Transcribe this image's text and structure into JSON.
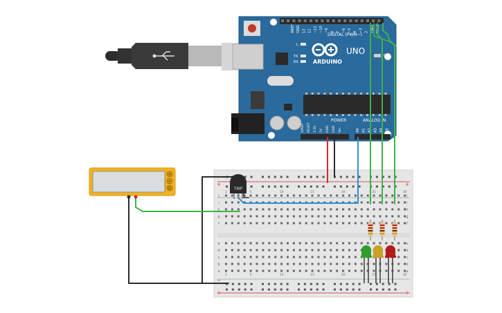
{
  "arduino": {
    "brand": "ARDUINO",
    "model": "UNO",
    "on_label": "ON",
    "l_label": "L",
    "tx_label": "TX",
    "rx_label": "RX",
    "digital_label": "DIGITAL (PWM~)",
    "power_label": "POWER",
    "analog_label": "ANALOG IN",
    "aref_label": "AREF",
    "gnd_label": "GND",
    "digital_pins": [
      "13",
      "12",
      "~11",
      "~10",
      "~9",
      "8",
      "7",
      "~6",
      "~5",
      "4",
      "~3",
      "2",
      "TX▸1",
      "RX◂0"
    ],
    "power_pins": [
      "IOREF",
      "RESET",
      "3.3V",
      "5V",
      "GND",
      "GND",
      "Vin"
    ],
    "analog_pins": [
      "A0",
      "A1",
      "A2",
      "A3",
      "A4",
      "A5"
    ]
  },
  "breadboard": {
    "rail_plus": "+",
    "rail_minus": "−",
    "row_letters_top": [
      "j",
      "i",
      "h",
      "g",
      "f"
    ],
    "row_letters_bottom": [
      "e",
      "d",
      "c",
      "b",
      "a"
    ],
    "column_numbers": [
      "1",
      "5",
      "10",
      "15",
      "20",
      "25",
      "30"
    ]
  },
  "sensor": {
    "label": "TMP"
  },
  "multimeter": {
    "ports": [
      "A",
      "V",
      "Ω"
    ]
  },
  "leds": [
    {
      "color": "#2f9e2f"
    },
    {
      "color": "#c9a126"
    },
    {
      "color": "#b31b1b"
    }
  ],
  "colors": {
    "board": "#2a6a9c",
    "board_dark": "#1f5780",
    "wire_green": "#3db34a",
    "wire_blue": "#2c8fd6",
    "wire_red": "#d42a2a",
    "wire_black": "#2b2b2b",
    "breadboard": "#e6e6e6",
    "meter": "#f2b21a"
  }
}
